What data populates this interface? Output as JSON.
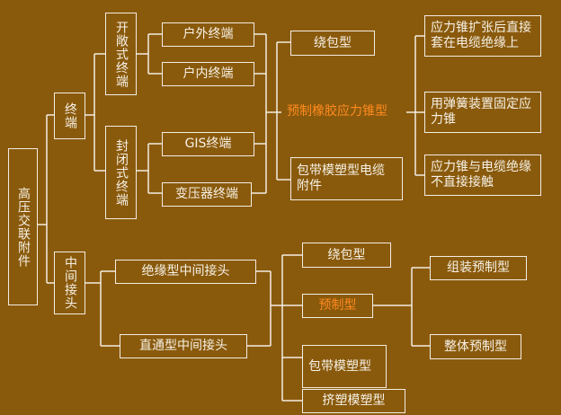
{
  "root": "高压交联附件",
  "terminal": {
    "label": "终端",
    "open": {
      "label": "开敞式终端",
      "children": [
        "户外终端",
        "户内终端"
      ]
    },
    "closed": {
      "label": "封闭式终端",
      "children": [
        "GIS终端",
        "变压器终端"
      ]
    },
    "types": [
      "绕包型",
      "预制橡胶应力锥型",
      "包带模塑型电缆附件"
    ],
    "stress_cone_types": [
      "应力锥扩张后直接套在电缆绝缘上",
      "用弹簧装置固定应力锥",
      "应力锥与电缆绝缘不直接接触"
    ]
  },
  "joint": {
    "label": "中间接头",
    "children": [
      "绝缘型中间接头",
      "直通型中间接头"
    ],
    "types": [
      "绕包型",
      "预制型",
      "包带模塑型",
      "挤塑模塑型"
    ],
    "prefab_types": [
      "组装预制型",
      "整体预制型"
    ]
  },
  "colors": {
    "background": "#8a5a0c",
    "line": "#f3ede2",
    "text": "#f6f1e6",
    "highlight": "#ff8a1e"
  }
}
